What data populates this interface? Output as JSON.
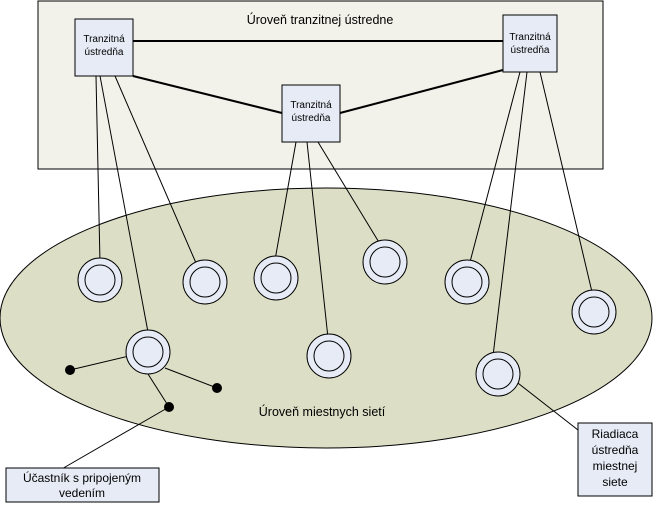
{
  "regions": {
    "transit_level": "Úroveň tranzitnej ústredne",
    "local_level": "Úroveň miestnych sietí"
  },
  "transit_nodes": {
    "left": [
      "Tranzitná",
      "ústredňa"
    ],
    "center": [
      "Tranzitná",
      "ústredňa"
    ],
    "right": [
      "Tranzitná",
      "ústredňa"
    ]
  },
  "callouts": {
    "subscriber": [
      "Účastník s pripojeným",
      "vedením"
    ],
    "control_exchange": [
      "Riadiaca",
      "ústredňa",
      "miestnej",
      "siete"
    ]
  },
  "colors": {
    "transit_area_fill": "#f2f2ea",
    "local_area_fill": "#dcdfc6",
    "box_fill": "#e6ebf5",
    "node_fill": "#e6ebf5",
    "line": "#000000"
  }
}
